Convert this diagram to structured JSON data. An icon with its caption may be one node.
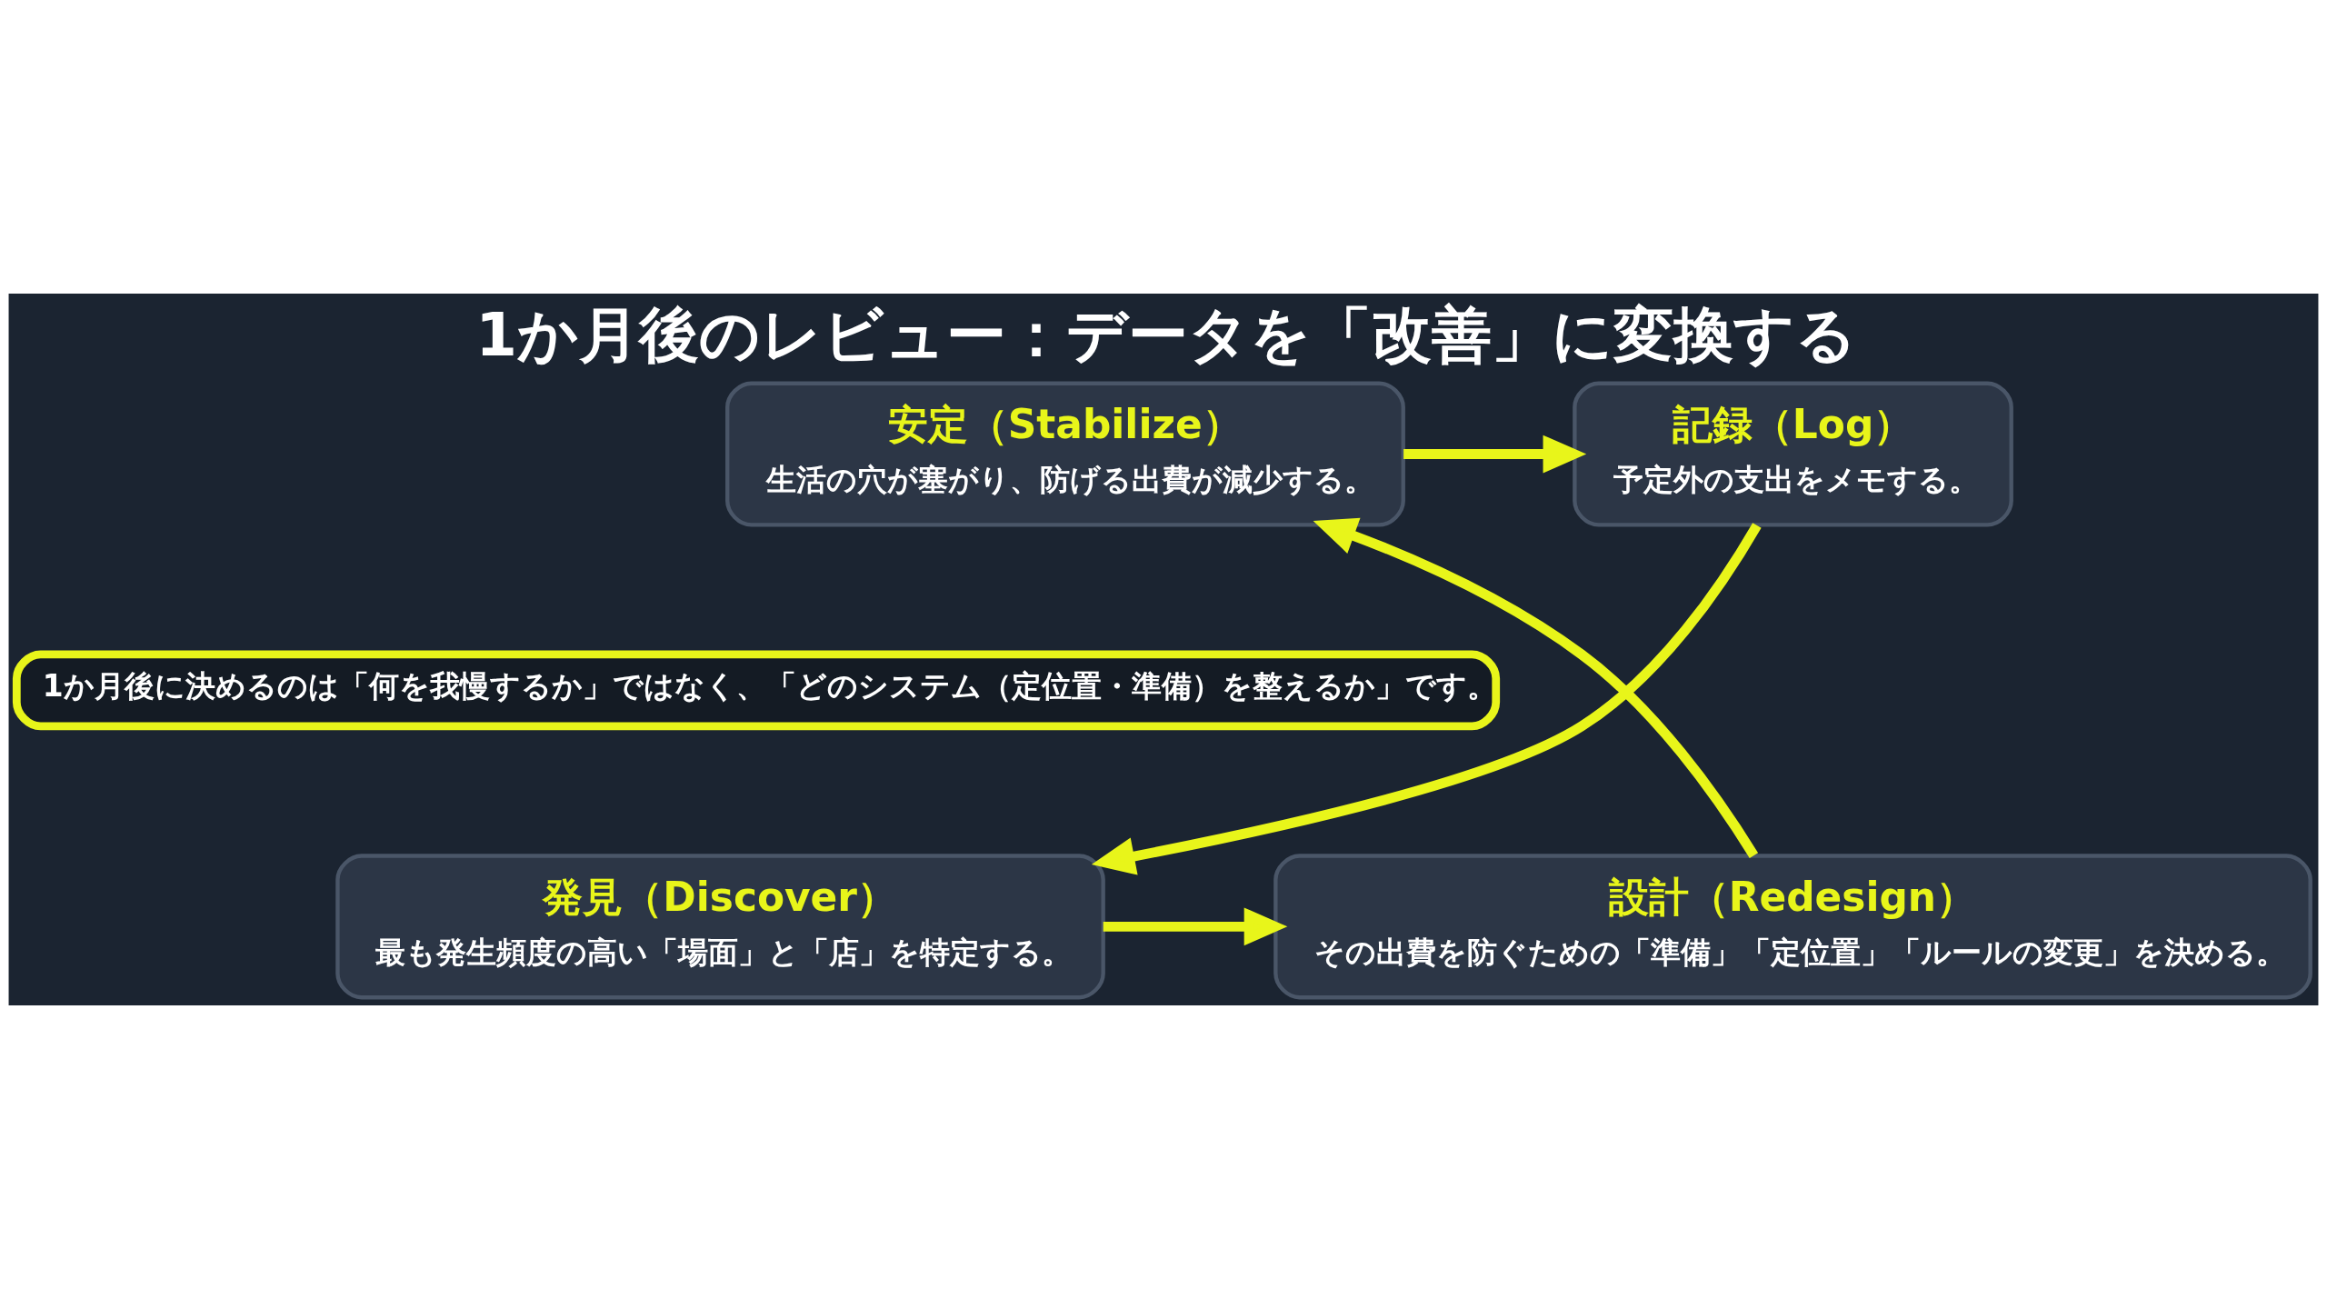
{
  "diagram": {
    "title": "1か月後のレビュー：データを「改善」に変換する",
    "nodes": [
      {
        "text": [
          "安定（Stabilize）",
          "生活の穴が塞がり、防げる出費が減少する。"
        ]
      },
      {
        "text": [
          "記録（Log）",
          "予定外の支出をメモする。"
        ]
      },
      {
        "text": [
          "1か月後に決めるのは「何を我慢するか」ではなく、「どのシステム（定位置・準備）を整えるか」です。"
        ]
      },
      {
        "text": [
          "設計（Redesign）",
          "その出費を防ぐための「準備」「定位置」「ルールの変更」を決める。"
        ]
      },
      {
        "text": [
          "発見（Discover）",
          "最も発生頻度の高い「場面」と「店」を特定する。"
        ]
      }
    ],
    "edges": [
      {
        "from": 0,
        "to": 1,
        "arrow": "to"
      },
      {
        "from": 1,
        "to": 4,
        "arrow": "to"
      },
      {
        "from": 4,
        "to": 3,
        "arrow": "to"
      },
      {
        "from": 3,
        "to": 0,
        "arrow": "to"
      }
    ]
  }
}
